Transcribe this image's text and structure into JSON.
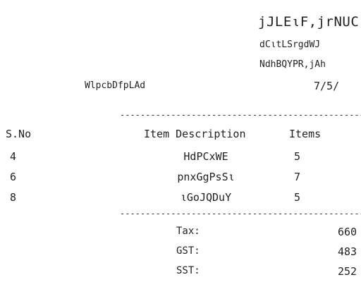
{
  "header": {
    "store_name": "jJLEιF,jrNUC",
    "address_line1": "dCιtLSrgdWJ",
    "address_line2": "NdhBQYPR,jAh",
    "cashier": "WlpcbDfpLAd",
    "date": "7/5/"
  },
  "separator": "--------------------------------------------------",
  "table": {
    "columns": [
      "S.No",
      "Item Description",
      "Items"
    ],
    "rows": [
      {
        "sno": "4",
        "description": "HdPCxWE",
        "items": "5"
      },
      {
        "sno": "6",
        "description": "pnxGgPsSι",
        "items": "7"
      },
      {
        "sno": "8",
        "description": "ιGoJQDuY",
        "items": "5"
      }
    ]
  },
  "totals": [
    {
      "label": "Tax:",
      "value": "660"
    },
    {
      "label": "GST:",
      "value": "483"
    },
    {
      "label": "SST:",
      "value": "252"
    }
  ]
}
